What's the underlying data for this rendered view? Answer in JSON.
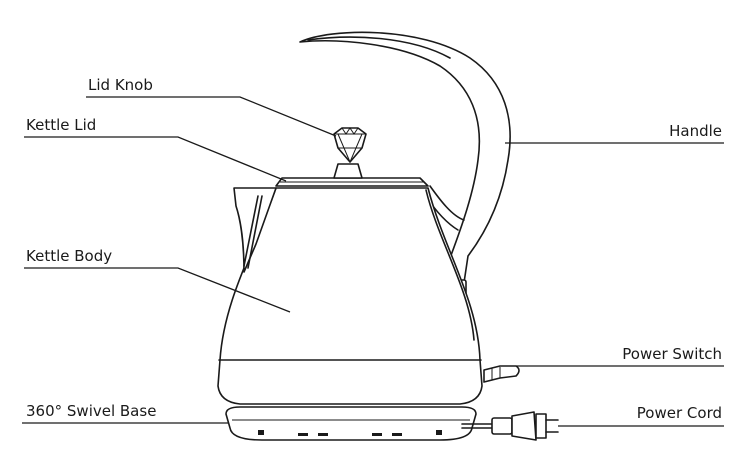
{
  "labels": {
    "lid_knob": "Lid Knob",
    "kettle_lid": "Kettle Lid",
    "kettle_body": "Kettle Body",
    "swivel_base": "360° Swivel Base",
    "handle": "Handle",
    "power_switch": "Power Switch",
    "power_cord": "Power Cord"
  },
  "icons": {
    "kettle": "kettle-line-drawing",
    "plug": "power-plug"
  },
  "colors": {
    "line": "#1a1a1a",
    "background": "#ffffff"
  }
}
